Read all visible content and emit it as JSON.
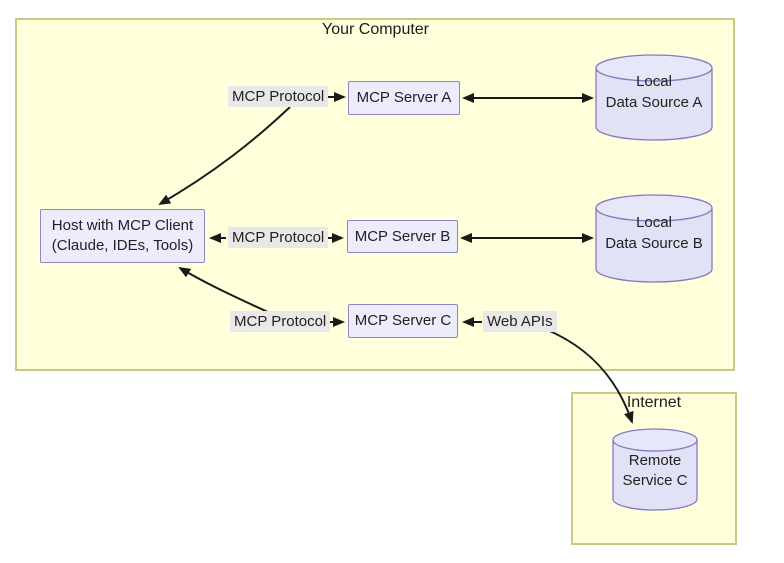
{
  "diagram": {
    "containers": {
      "your_computer": {
        "label": "Your Computer"
      },
      "internet": {
        "label": "Internet"
      }
    },
    "nodes": {
      "host": {
        "line1": "Host with MCP Client",
        "line2": "(Claude, IDEs, Tools)"
      },
      "server_a": {
        "label": "MCP Server A"
      },
      "server_b": {
        "label": "MCP Server B"
      },
      "server_c": {
        "label": "MCP Server C"
      },
      "data_source_a": {
        "line1": "Local",
        "line2": "Data Source A"
      },
      "data_source_b": {
        "line1": "Local",
        "line2": "Data Source B"
      },
      "remote_service_c": {
        "line1": "Remote",
        "line2": "Service C"
      }
    },
    "edge_labels": {
      "protocol_a": "MCP Protocol",
      "protocol_b": "MCP Protocol",
      "protocol_c": "MCP Protocol",
      "web_apis": "Web APIs"
    },
    "colors": {
      "container_fill": "#ffffdc",
      "container_border": "#c9c983",
      "node_fill": "#ececfc",
      "node_border": "#9083c2",
      "cylinder_fill": "#e2e2f7",
      "cylinder_border": "#8878bd",
      "edge_label_bg": "#e8e8e8",
      "arrow": "#1a1a1a",
      "text": "#222222"
    }
  }
}
